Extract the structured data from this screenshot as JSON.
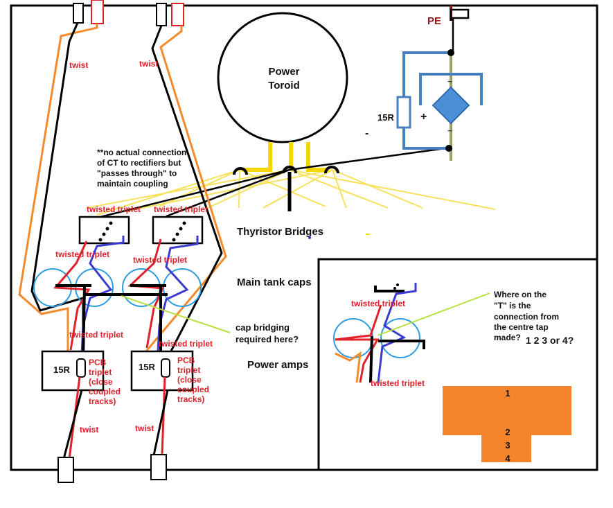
{
  "colors": {
    "black": "#000000",
    "red": "#e0202a",
    "orange": "#f58a2c",
    "blue": "#3b3bd0",
    "light_blue": "#2a9de0",
    "yellow": "#f6d800",
    "pale_yellow": "#f8e25a",
    "steel_blue": "#4a7fbf",
    "diamond_blue": "#4a90d9",
    "olive": "#9aa060",
    "lime": "#b8e040",
    "pe_red": "#8b1a1a",
    "orange_fill": "#f5842a"
  },
  "labels": {
    "pe": "PE",
    "toroid_line1": "Power",
    "toroid_line2": "Toroid",
    "resistor_top": "15R",
    "plus": "+",
    "minus": "-",
    "twist_left": "twist",
    "twist_right": "twist",
    "note_line1": "**no actual connection",
    "note_line2": "of CT to rectifiers but",
    "note_line3": "\"passes through\" to",
    "note_line4": "maintain coupling",
    "twisted_triplet_1": "twisted triplet",
    "twisted_triplet_2": "twisted triplet",
    "thyristor_bridges": "Thyristor Bridges",
    "twisted_triplet_3": "twisted triplet",
    "twisted_triplet_4": "twisted triplet",
    "main_tank_caps": "Main tank caps",
    "twisted_triplet_5": "twisted triplet",
    "twisted_triplet_6": "twisted triplet",
    "cap_bridging_1": "cap bridging",
    "cap_bridging_2": "required here?",
    "power_amps": "Power amps",
    "resistor_left": "15R",
    "resistor_right": "15R",
    "pcb_left_1": "PCB",
    "pcb_left_2": "triplet",
    "pcb_left_3": "(close",
    "pcb_left_4": "coupled",
    "pcb_left_5": "tracks)",
    "pcb_right_1": "PCB",
    "pcb_right_2": "triplet",
    "pcb_right_3": "(close",
    "pcb_right_4": "coupled",
    "pcb_right_5": "tracks)",
    "twist_bottom_left": "twist",
    "twist_bottom_right": "twist",
    "inset_twisted_triplet": "twisted triplet",
    "inset_twisted_triplet_cut": "twisted triplet",
    "question_1": "Where on the",
    "question_2": "\"T\" is the",
    "question_3": "connection from",
    "question_4": "the centre tap",
    "question_5": "made?",
    "question_options": "1 2 3 or 4?",
    "t_1": "1",
    "t_2": "2",
    "t_3": "3",
    "t_4": "4"
  }
}
